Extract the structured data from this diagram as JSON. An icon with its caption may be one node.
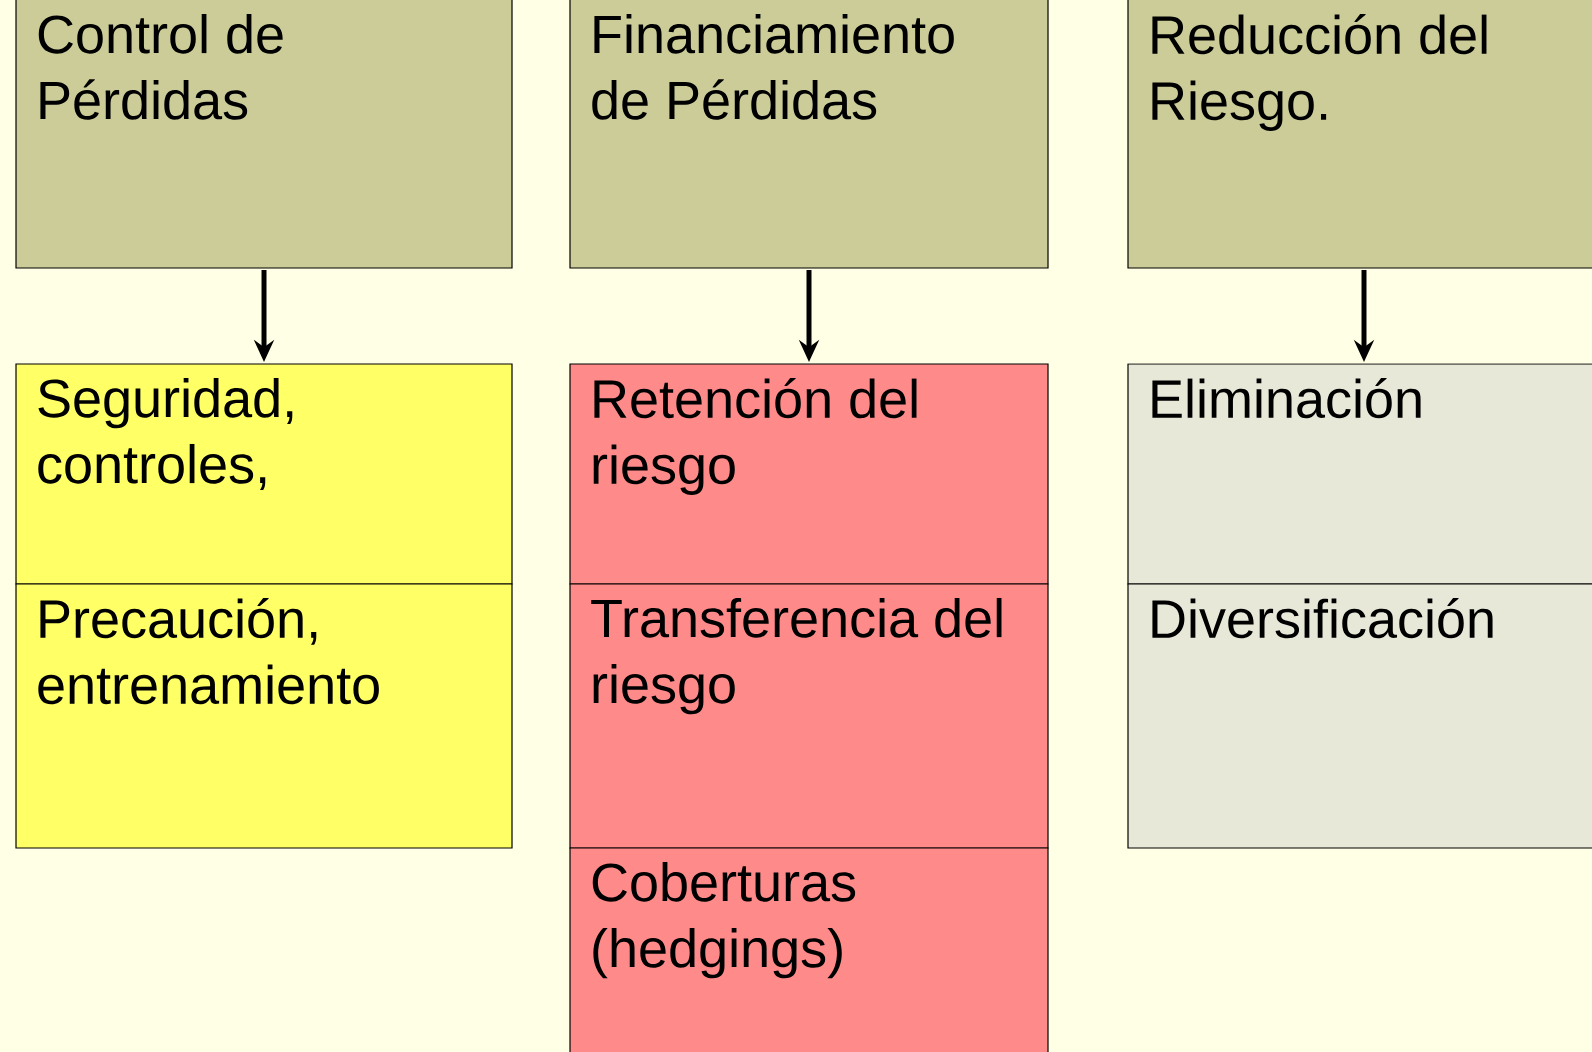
{
  "diagram": {
    "nodes": [
      {
        "text": [
          "Control de Pérdidas"
        ]
      },
      {
        "text": [
          "Financiamiento de Pérdidas"
        ]
      },
      {
        "text": [
          "Reducción del Riesgo."
        ]
      },
      {
        "text": [
          "Seguridad, controles,"
        ]
      },
      {
        "text": [
          "Precaución, entrenamiento"
        ]
      },
      {
        "text": [
          "Retención del riesgo"
        ]
      },
      {
        "text": [
          "Transferencia del riesgo"
        ]
      },
      {
        "text": [
          "Coberturas (hedgings)"
        ]
      },
      {
        "text": [
          "Eliminación"
        ]
      },
      {
        "text": [
          "Diversificación"
        ]
      }
    ],
    "edges": [
      {
        "from": 0,
        "to": 3,
        "arrow": "to"
      },
      {
        "from": 1,
        "to": 5,
        "arrow": "to"
      },
      {
        "from": 2,
        "to": 8,
        "arrow": "to"
      }
    ]
  }
}
